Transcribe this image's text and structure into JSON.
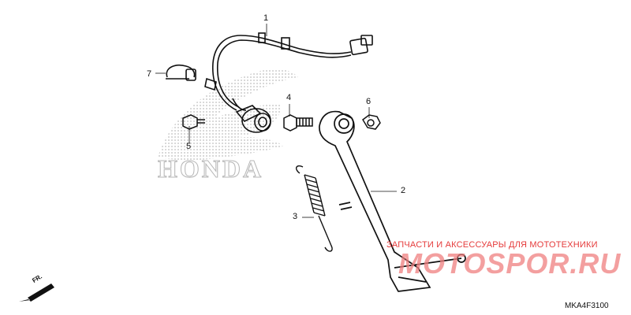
{
  "callouts": [
    {
      "id": "1",
      "text": "1"
    },
    {
      "id": "2",
      "text": "2"
    },
    {
      "id": "3",
      "text": "3"
    },
    {
      "id": "4",
      "text": "4"
    },
    {
      "id": "5",
      "text": "5"
    },
    {
      "id": "6",
      "text": "6"
    },
    {
      "id": "7",
      "text": "7"
    }
  ],
  "watermark": {
    "logo_text": "HONDA",
    "banner": "ЗАПЧАСТИ И АКСЕССУАРЫ ДЛЯ МОТОТЕХНИКИ",
    "site": "MOTOSPOR.RU"
  },
  "direction_label": "FR.",
  "diagram_code": "MKA4F3100",
  "colors": {
    "line": "#111111",
    "watermark_red": "#e53a3a",
    "dot_pattern": "#bbbbbb"
  }
}
